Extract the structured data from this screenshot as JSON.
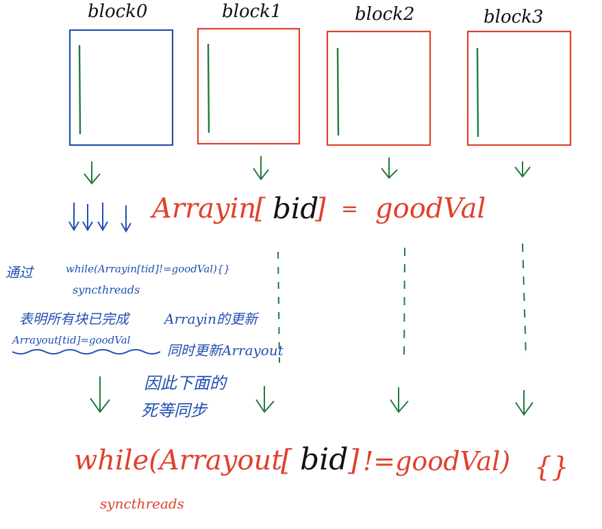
{
  "colors": {
    "blue": "#1f4fb0",
    "red": "#e0402b",
    "green": "#1e7a3c",
    "black": "#111111"
  },
  "blocks": [
    {
      "label": "block0",
      "border": "blue"
    },
    {
      "label": "block1",
      "border": "red"
    },
    {
      "label": "block2",
      "border": "red"
    },
    {
      "label": "block3",
      "border": "red"
    }
  ],
  "middle": {
    "arrayin_prefix": "Arrayin",
    "bracket_open": "[",
    "bid": "bid",
    "bracket_close": "]",
    "equals": "=",
    "good_val": "goodVal"
  },
  "notes": {
    "tongguo": "通过",
    "while_in": "while(Arrayin[tid]!=goodVal){}",
    "syncthreads_1": "syncthreads",
    "biaoming": "表明所有块已完成",
    "arrayin_updated": "Arrayin的更新",
    "arrayout_assign": "Arrayout[tid]=goodVal",
    "update_arrayout": "同时更新Arrayout",
    "therefore_1": "因此下面的",
    "therefore_2": "死等同步"
  },
  "bottom": {
    "while_prefix": "while(Arrayout",
    "bracket_open": "[",
    "bid": "bid",
    "bracket_close": "]",
    "rest": "!=goodVal)",
    "braces": "{}",
    "syncthreads_2": "syncthreads"
  }
}
